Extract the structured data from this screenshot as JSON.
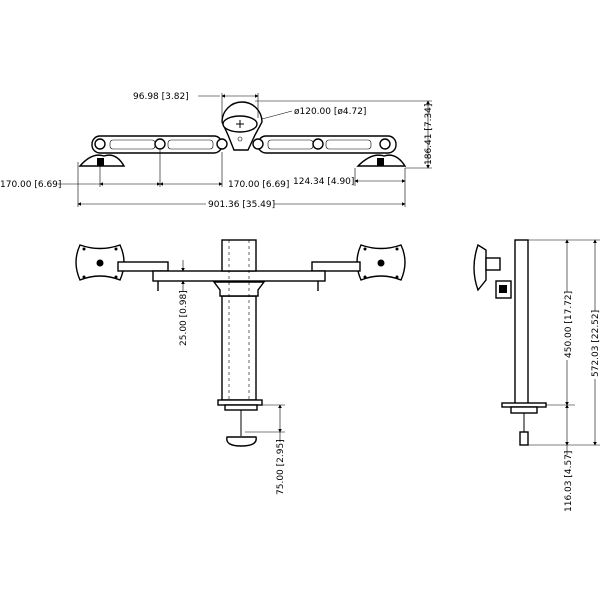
{
  "title": "Dual monitor desk mount dimension drawing",
  "views": {
    "top": {
      "dims": {
        "pole_offset": "96.98 [3.82]",
        "pole_diameter": "ø120.00 [ø4.72]",
        "depth": "186.41 [7.34]",
        "arm_left": "170.00 [6.69]",
        "arm_center": "170.00 [6.69]",
        "base_width": "124.34 [4.90]",
        "overall_width": "901.36 [35.49]"
      }
    },
    "front": {
      "dims": {
        "arm_thickness": "25.00 [0.98]",
        "clamp_range": "75.00 [2.95]"
      }
    },
    "side": {
      "dims": {
        "pole_height": "450.00 [17.72]",
        "overall_height": "572.03 [22.52]",
        "below_desk": "116.03 [4.57]"
      }
    }
  }
}
